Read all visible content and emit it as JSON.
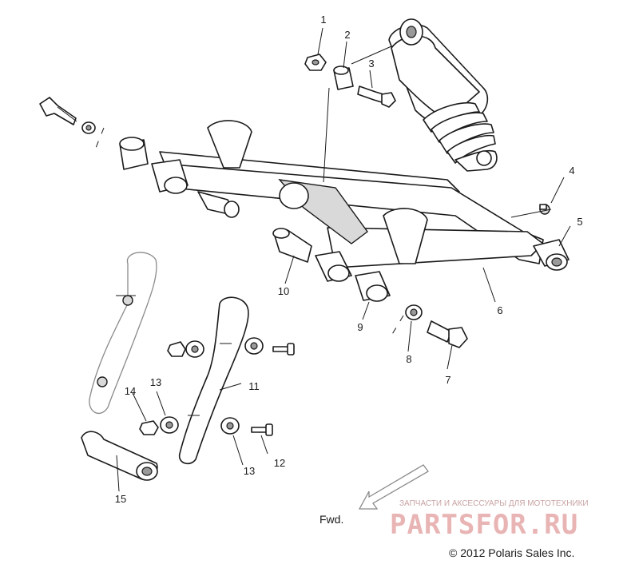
{
  "callouts": [
    {
      "id": "c1",
      "label": "1"
    },
    {
      "id": "c2",
      "label": "2"
    },
    {
      "id": "c3",
      "label": "3"
    },
    {
      "id": "c4",
      "label": "4"
    },
    {
      "id": "c5",
      "label": "5"
    },
    {
      "id": "c6",
      "label": "6"
    },
    {
      "id": "c7",
      "label": "7"
    },
    {
      "id": "c8",
      "label": "8"
    },
    {
      "id": "c9",
      "label": "9"
    },
    {
      "id": "c10",
      "label": "10"
    },
    {
      "id": "c11",
      "label": "11"
    },
    {
      "id": "c12",
      "label": "12"
    },
    {
      "id": "c13a",
      "label": "13"
    },
    {
      "id": "c13b",
      "label": "13"
    },
    {
      "id": "c14",
      "label": "14"
    },
    {
      "id": "c15",
      "label": "15"
    }
  ],
  "direction_label": "Fwd.",
  "copyright": "© 2012 Polaris Sales Inc.",
  "watermark": {
    "tagline": "ЗАПЧАСТИ И АКСЕССУАРЫ ДЛЯ МОТОТЕХНИКИ",
    "brand": "PARTSFOR.RU",
    "color": "#e8b4b4"
  }
}
